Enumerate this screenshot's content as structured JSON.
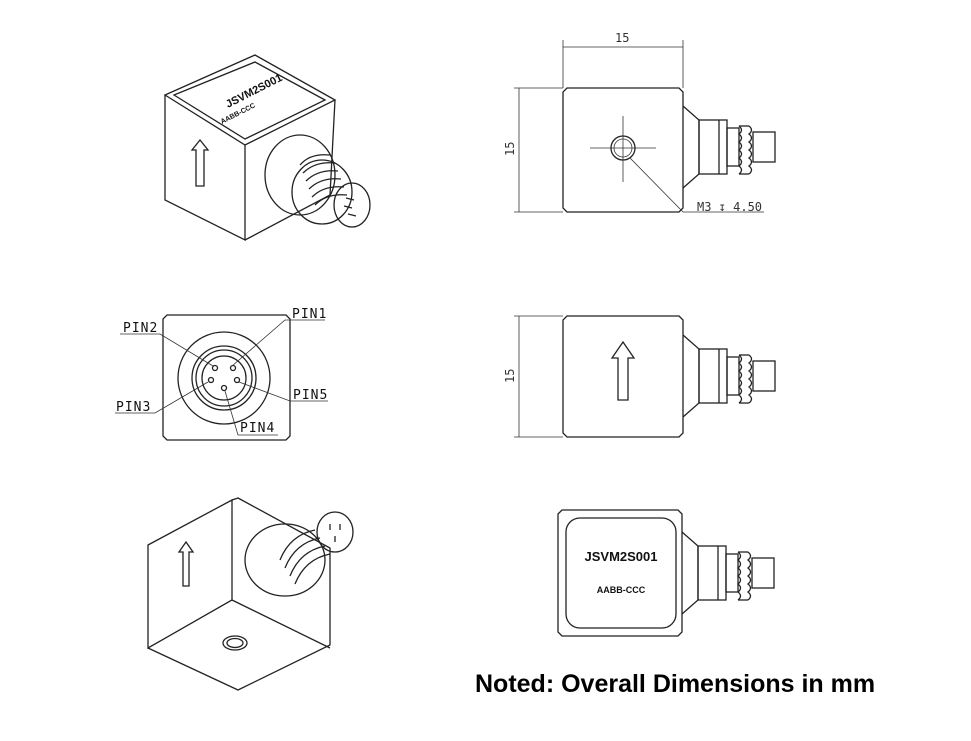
{
  "drawing": {
    "model": "JSVM2S001",
    "code": "AABB-CCC",
    "dimensions": {
      "width": "15",
      "height": "15",
      "height_side": "15"
    },
    "thread_note": "M3 ↧ 4.50",
    "pins": [
      "PIN1",
      "PIN2",
      "PIN3",
      "PIN4",
      "PIN5"
    ]
  },
  "note": "Noted: Overall Dimensions in mm"
}
